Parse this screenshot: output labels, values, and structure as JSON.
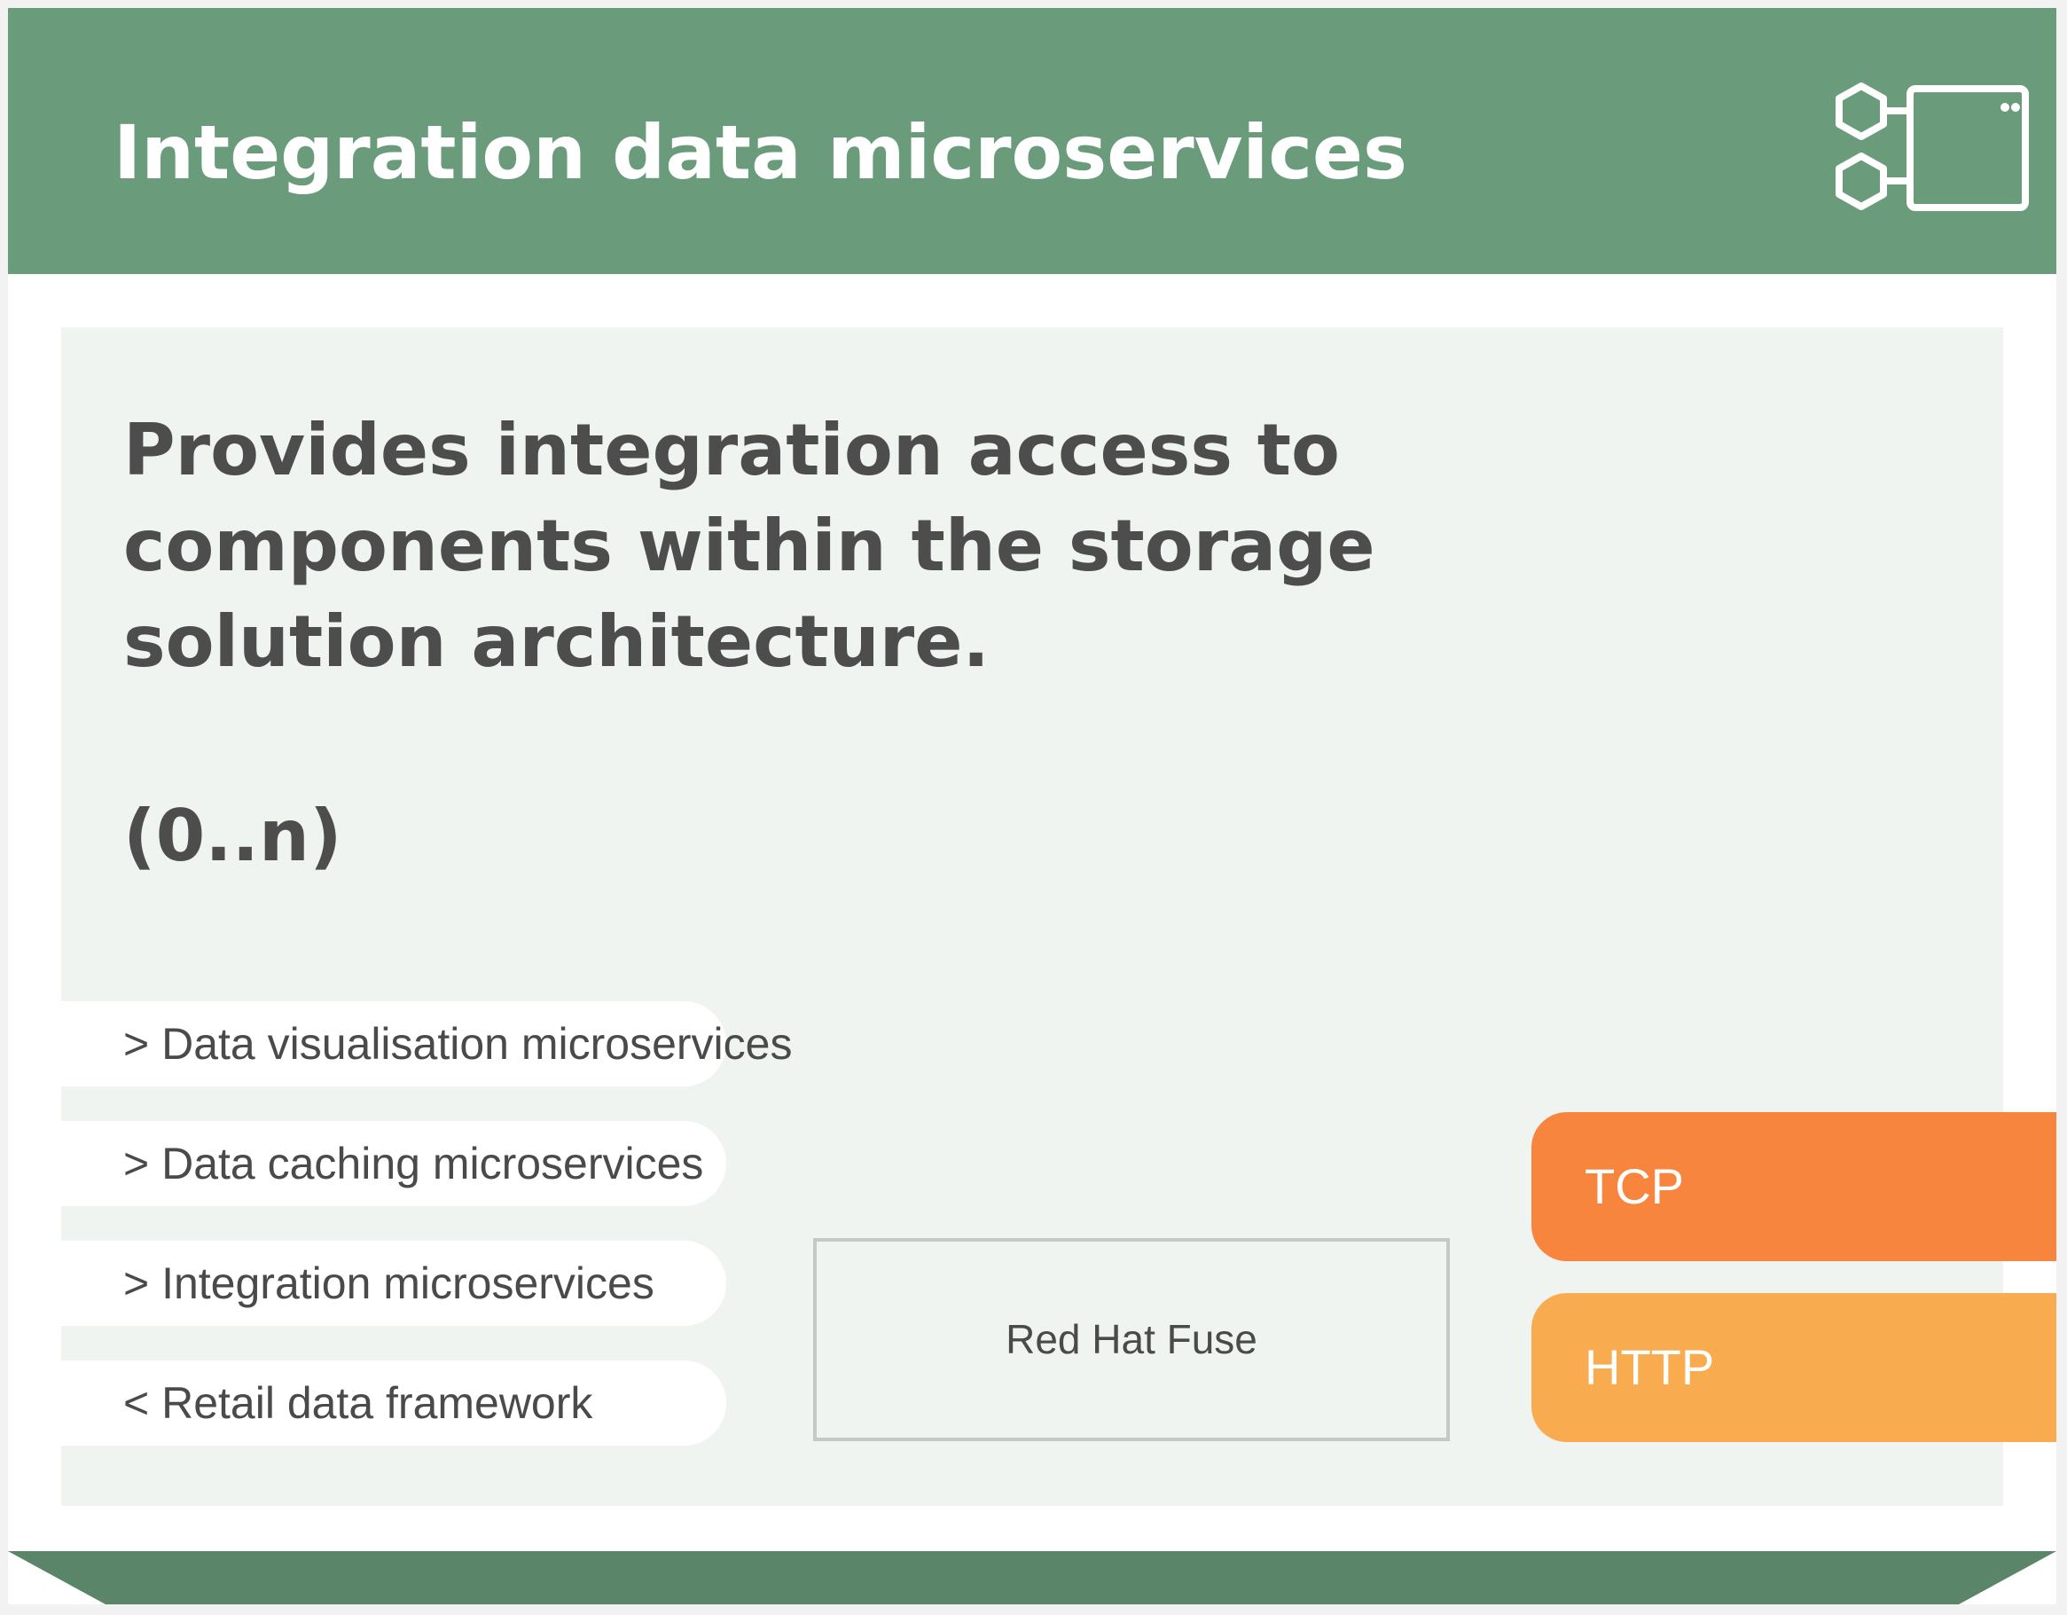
{
  "header": {
    "title": "Integration data microservices",
    "icon": "microservices-component-icon"
  },
  "panel": {
    "description": "Provides integration access to components within the storage solution architecture.",
    "cardinality": "(0..n)"
  },
  "relations": [
    {
      "label": "> Data visualisation microservices"
    },
    {
      "label": "> Data caching microservices"
    },
    {
      "label": "> Integration microservices"
    },
    {
      "label": "< Retail data framework"
    }
  ],
  "technology": {
    "label": "Red Hat Fuse"
  },
  "protocols": [
    {
      "label": "TCP",
      "color": "#f7853d"
    },
    {
      "label": "HTTP",
      "color": "#f9ab4f"
    }
  ],
  "colors": {
    "header": "#6a9c7c",
    "panel": "#f0f4f0",
    "footer": "#5b8568",
    "text": "#4d4d4d"
  }
}
